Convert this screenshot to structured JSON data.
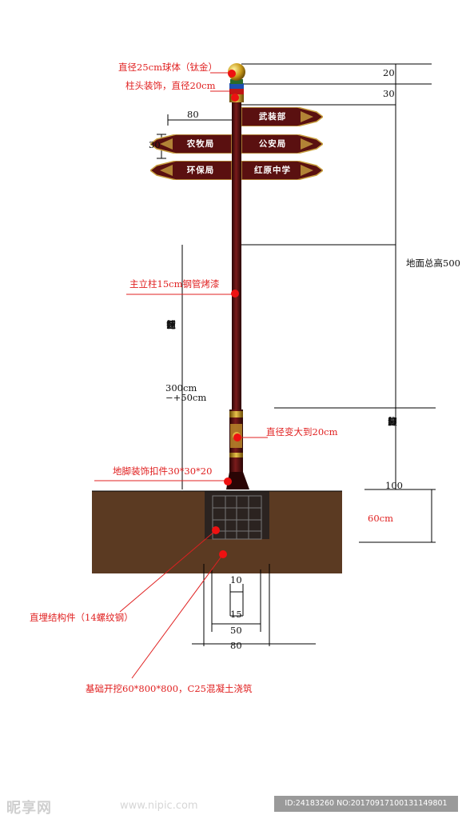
{
  "annotations": {
    "ball": "直径25cm球体（钛金）",
    "cap": "柱头装饰，直径20cm",
    "main_post": "主立柱15cm钢管烤漆",
    "diameter_change": "直径变大到20cm",
    "base_clip": "地脚装饰扣件30*30*20",
    "embedded": "直埋结构件（14螺纹钢）",
    "foundation": "基础开挖60*800*800，C25混凝土浇筑"
  },
  "signs": {
    "top_right": "武装部",
    "mid_left": "农牧局",
    "mid_right": "公安局",
    "low_left": "环保局",
    "low_right": "红原中学"
  },
  "dimensions": {
    "d20": "20",
    "d30_top": "30",
    "d80_sign": "80",
    "d30_sign": "30",
    "total_height": "地面总高500",
    "control_zone_chars": [
      "通",
      "行",
      "控",
      "制",
      "区",
      "域"
    ],
    "control_zone_size": "300cm",
    "control_zone_tol": "−+50cm",
    "base_deco_chars": [
      "柱",
      "脚",
      "装",
      "饰",
      "部",
      "分"
    ],
    "base_deco_size": "100",
    "depth_60": "60cm",
    "b10": "10",
    "b15": "15",
    "b50": "50",
    "b80": "80"
  },
  "footer": {
    "watermark": "昵享网",
    "site": "www.nipic.com",
    "id_text": "ID:24183260 NO:20170917100131149801"
  },
  "colors": {
    "pole": "#4a0c0c",
    "sign": "#5a1010",
    "soil": "#5b3a22",
    "annotation": "#e02020"
  }
}
